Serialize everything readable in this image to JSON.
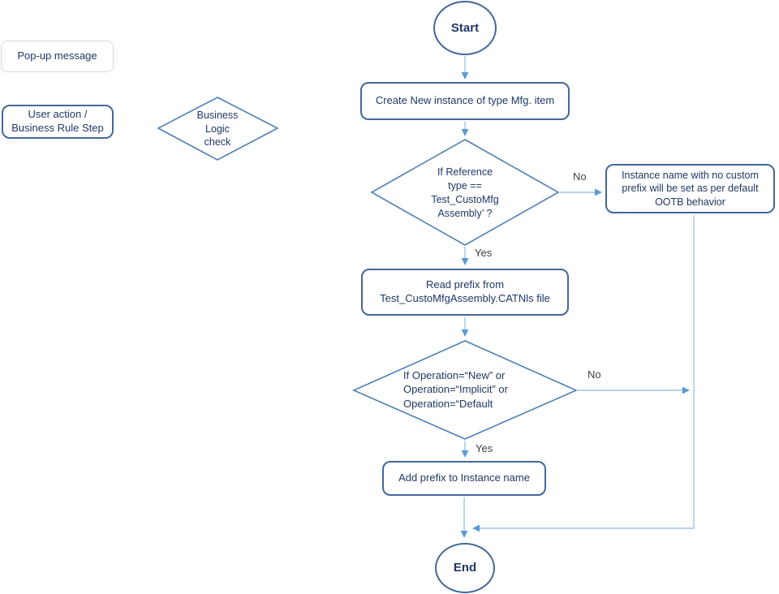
{
  "diagram": {
    "legend": {
      "popup_message": "Pop-up message",
      "user_action": "User action /\nBusiness Rule Step",
      "business_logic_check": "Business\nLogic\ncheck"
    },
    "nodes": {
      "start": "Start",
      "create_instance": "Create New instance of type Mfg. item",
      "decision_reference": "If Reference\ntype ==\nTest_CustoMfg\nAssembly’ ?",
      "no_custom_prefix": "Instance name with no custom prefix will be set as per default OOTB behavior",
      "read_prefix": "Read prefix from\nTest_CustoMfgAssembly.CATNls file",
      "decision_operation": "If Operation=“New” or\nOperation=“Implicit” or\nOperation=“Default",
      "add_prefix": "Add prefix to Instance name",
      "end": "End"
    },
    "edge_labels": {
      "reference_no": "No",
      "reference_yes": "Yes",
      "operation_no": "No",
      "operation_yes": "Yes"
    },
    "colors": {
      "shape_border": "#44679b",
      "diamond_border": "#4e7fb5",
      "connector": "#9cc3e6",
      "arrowhead": "#5b9bd5",
      "text": "#1f3864",
      "label_text": "#3f3f3f",
      "popup_border": "#d8d8d8"
    }
  }
}
